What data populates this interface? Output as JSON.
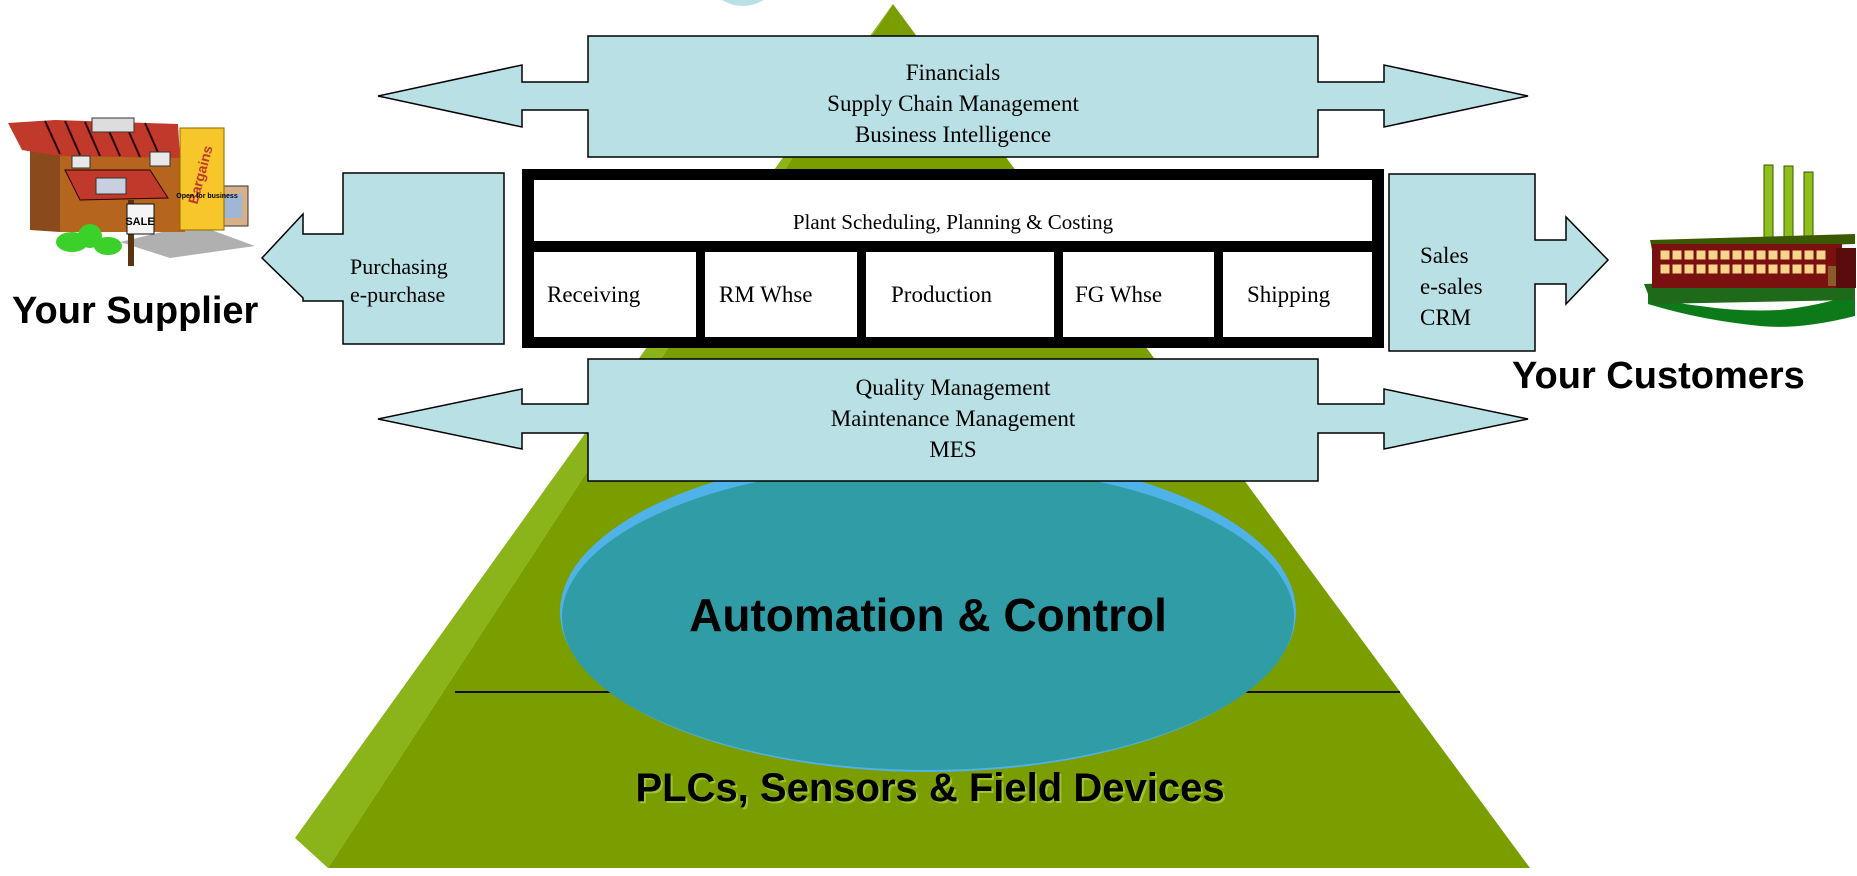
{
  "colors": {
    "pyramid_face": "#7a9e00",
    "pyramid_side": "#8bb31a",
    "arrow_fill": "#b9e0e4",
    "ellipse_fill": "#2e9aa0",
    "ellipse_top": "#4fb3ea",
    "frame": "#000000"
  },
  "top_band": {
    "lines": [
      "Financials",
      "Supply Chain Management",
      "Business Intelligence"
    ]
  },
  "plant_box": {
    "title": "Plant Scheduling, Planning & Costing",
    "cells": [
      "Receiving",
      "RM Whse",
      "Production",
      "FG Whse",
      "Shipping"
    ]
  },
  "bottom_band": {
    "lines": [
      "Quality Management",
      "Maintenance Management",
      "MES"
    ]
  },
  "left_arrow": {
    "lines": [
      "Purchasing",
      "e-purchase"
    ]
  },
  "right_arrow": {
    "lines": [
      "Sales",
      "e-sales",
      "CRM"
    ]
  },
  "supplier": {
    "caption": "Your Supplier",
    "icon": "store-icon",
    "sign_text": "Bargains",
    "sign_subtext": "Open for business",
    "sale_text": "SALE"
  },
  "customers": {
    "caption": "Your Customers",
    "icon": "factory-icon"
  },
  "pyramid": {
    "automation_label": "Automation & Control",
    "field_label": "PLCs, Sensors & Field Devices"
  }
}
